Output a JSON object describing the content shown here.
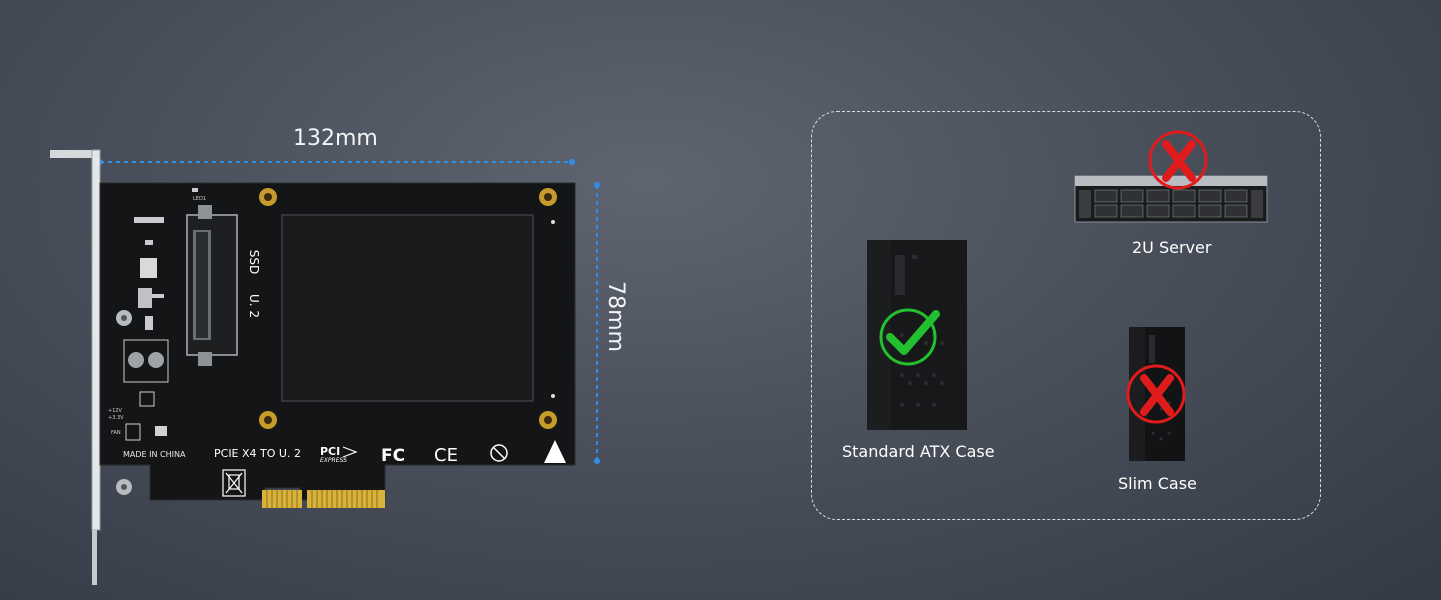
{
  "card": {
    "width_label": "132mm",
    "height_label": "78mm",
    "connector_label": "SSD",
    "connector_sublabel": "U. 2",
    "model_label": "PCIE X4 TO U. 2",
    "made_in_label": "MADE IN CHINA",
    "pci_label": "PCI",
    "express_label": "EXPRESS",
    "fc_label": "FC",
    "ce_label": "CE",
    "led_label": "LED1",
    "power_label_1": "+12V",
    "power_label_2": "+3.3V",
    "fan_label": "FAN"
  },
  "compatibility": {
    "cases": [
      {
        "label": "Standard ATX Case",
        "compatible": true
      },
      {
        "label": "2U Server",
        "compatible": false
      },
      {
        "label": "Slim Case",
        "compatible": false
      }
    ],
    "colors": {
      "yes": "#22c02e",
      "no": "#e01b1b",
      "border": "#d9dde3"
    }
  },
  "colors": {
    "dimension_line": "#2f8fe6",
    "pcb": "#141516",
    "gold": "#d9b23a"
  }
}
